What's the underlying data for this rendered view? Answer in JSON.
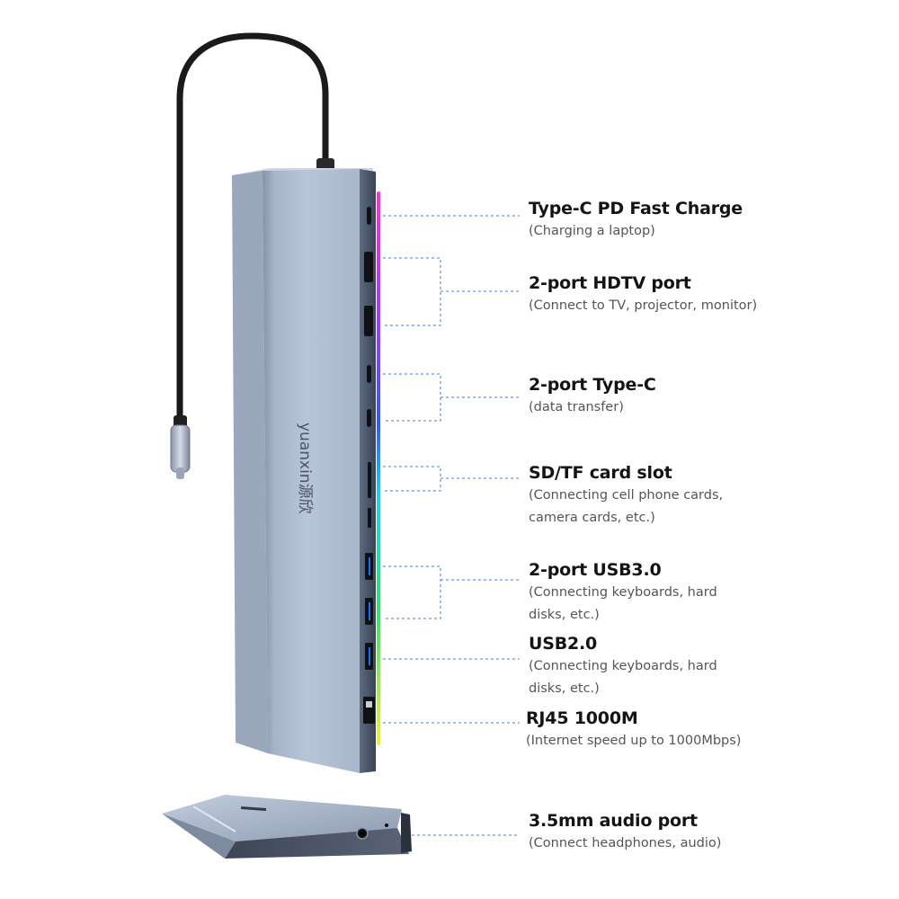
{
  "product": {
    "brand_logo": "yuanxin源欣"
  },
  "features": [
    {
      "id": "pd",
      "title": "Type-C PD Fast Charge",
      "desc": "(Charging a laptop)"
    },
    {
      "id": "hdtv",
      "title": "2-port HDTV port",
      "desc": "(Connect to TV, projector, monitor)"
    },
    {
      "id": "typec",
      "title": "2-port Type-C",
      "desc": "(data transfer)"
    },
    {
      "id": "sd",
      "title": "SD/TF card slot",
      "desc": "(Connecting cell phone cards,\ncamera cards, etc.)"
    },
    {
      "id": "usb3",
      "title": "2-port USB3.0",
      "desc": "(Connecting keyboards, hard\ndisks, etc.)"
    },
    {
      "id": "usb2",
      "title": "USB2.0",
      "desc": "(Connecting keyboards, hard\ndisks, etc.)"
    },
    {
      "id": "rj45",
      "title": "RJ45 1000M",
      "desc": "(Internet speed up to 1000Mbps)"
    },
    {
      "id": "audio",
      "title": "3.5mm audio port",
      "desc": "(Connect headphones, audio)"
    }
  ],
  "colors": {
    "body_light": "#b9c6d9",
    "body_dark": "#7f8da3",
    "leader_line": "#4a78d0",
    "rgb_strip": [
      "#ff30d0",
      "#9a3cff",
      "#2d5bff",
      "#22d0f0",
      "#30e070",
      "#f0f040"
    ]
  }
}
